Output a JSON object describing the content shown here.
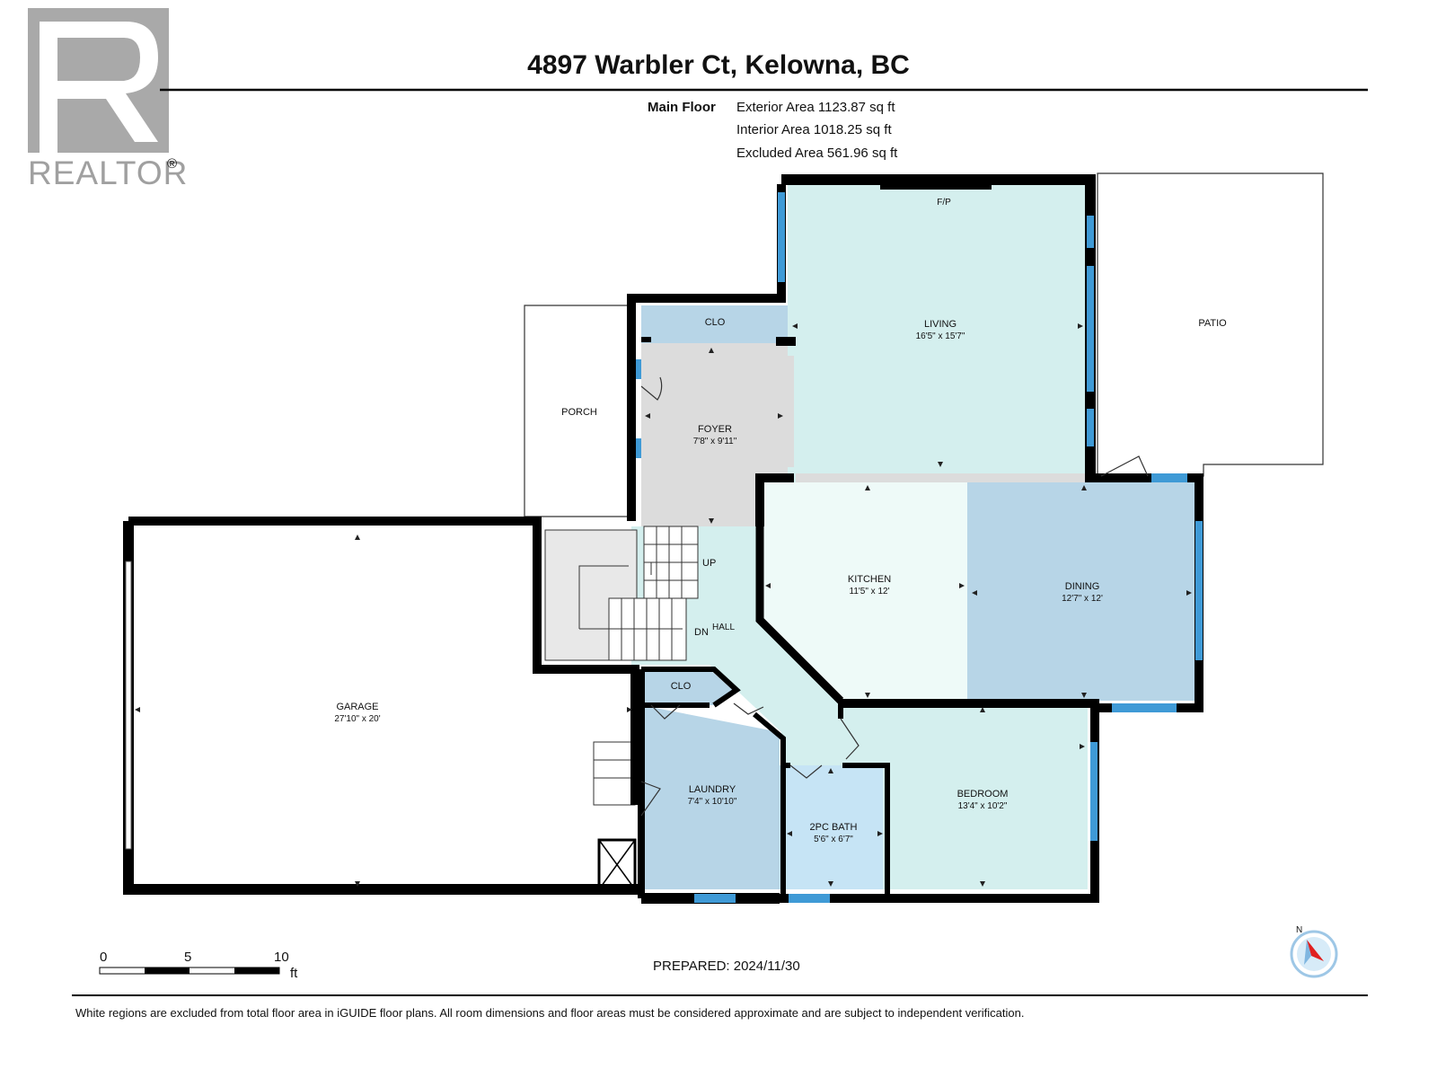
{
  "header": {
    "title": "4897 Warbler Ct, Kelowna, BC",
    "floor_label": "Main Floor",
    "exterior_area": "Exterior Area 1123.87 sq ft",
    "interior_area": "Interior Area 1018.25 sq ft",
    "excluded_area": "Excluded Area 561.96 sq ft"
  },
  "logo": {
    "text": "REALTOR",
    "mark": "®"
  },
  "rooms": {
    "living": {
      "name": "LIVING",
      "dims": "16'5\" x 15'7\""
    },
    "fp": "F/P",
    "patio": "PATIO",
    "porch": "PORCH",
    "clo_top": "CLO",
    "foyer": {
      "name": "FOYER",
      "dims": "7'8\" x 9'11\""
    },
    "kitchen": {
      "name": "KITCHEN",
      "dims": "11'5\" x 12'"
    },
    "dining": {
      "name": "DINING",
      "dims": "12'7\" x 12'"
    },
    "up": "UP",
    "dn": "DN",
    "hall": "HALL",
    "garage": {
      "name": "GARAGE",
      "dims": "27'10\" x 20'"
    },
    "clo_bottom": "CLO",
    "laundry": {
      "name": "LAUNDRY",
      "dims": "7'4\" x 10'10\""
    },
    "bath": {
      "name": "2PC BATH",
      "dims": "5'6\" x 6'7\""
    },
    "bedroom": {
      "name": "BEDROOM",
      "dims": "13'4\" x 10'2\""
    }
  },
  "scale": {
    "labels": [
      "0",
      "5",
      "10"
    ],
    "unit": "ft"
  },
  "prepared": "PREPARED: 2024/11/30",
  "compass": {
    "label": "N"
  },
  "footer_note": "White regions are excluded from total floor area in iGUIDE floor plans. All room dimensions and floor areas must be considered approximate and are subject to independent verification.",
  "colors": {
    "wall": "#000000",
    "living": "#d4efee",
    "foyer": "#dcdcdc",
    "kitchen": "#eefaf8",
    "dining": "#b7d5e7",
    "bedroom": "#d4efee",
    "laundry": "#b7d5e7",
    "bath": "#c6e4f5",
    "closet": "#b7d5e7",
    "window": "#3f9ad6",
    "stair": "#e8e8e8"
  }
}
